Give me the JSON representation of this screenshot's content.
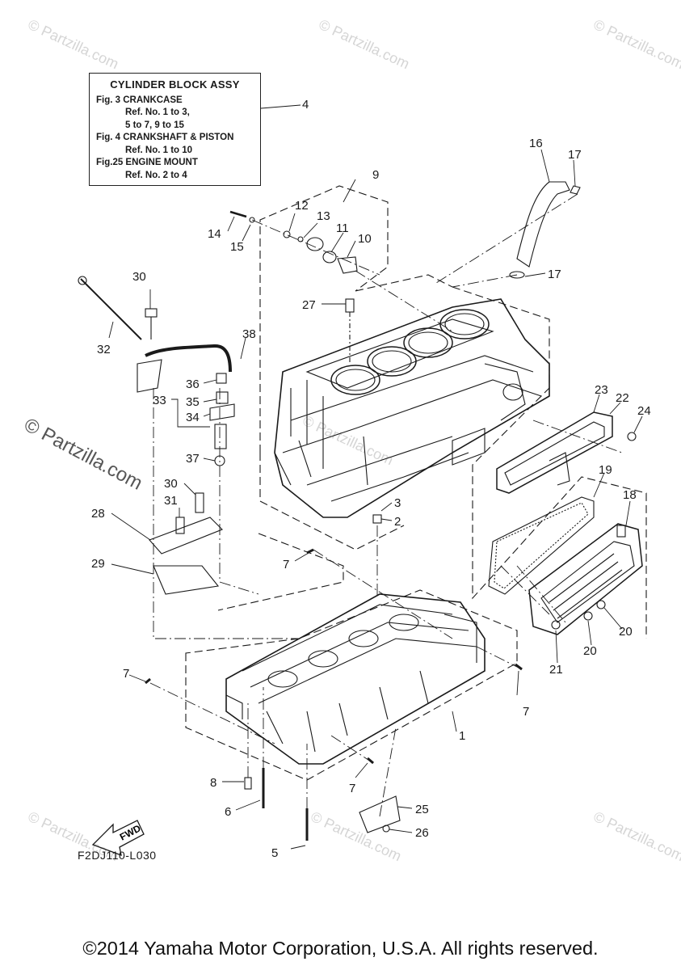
{
  "legend_box": {
    "title": "CYLINDER BLOCK ASSY",
    "lines": [
      "Fig.  3 CRANKCASE",
      "Ref. No. 1 to 3,",
      "5 to 7, 9 to 15",
      "Fig.  4 CRANKSHAFT & PISTON",
      "Ref. No. 1 to 10",
      "Fig.25 ENGINE MOUNT",
      "Ref. No. 2 to 4"
    ]
  },
  "part_numbers": {
    "p1": "1",
    "p2": "2",
    "p3": "3",
    "p4": "4",
    "p5": "5",
    "p6": "6",
    "p7a": "7",
    "p7b": "7",
    "p7c": "7",
    "p7d": "7",
    "p8": "8",
    "p9": "9",
    "p10": "10",
    "p11": "11",
    "p12": "12",
    "p13": "13",
    "p14": "14",
    "p15": "15",
    "p16": "16",
    "p17a": "17",
    "p17b": "17",
    "p18": "18",
    "p19": "19",
    "p20a": "20",
    "p20b": "20",
    "p21": "21",
    "p22": "22",
    "p23": "23",
    "p24": "24",
    "p25": "25",
    "p26": "26",
    "p27": "27",
    "p28": "28",
    "p29": "29",
    "p30a": "30",
    "p30b": "30",
    "p31": "31",
    "p32": "32",
    "p33": "33",
    "p34": "34",
    "p35": "35",
    "p36": "36",
    "p37": "37",
    "p38": "38"
  },
  "fwd_label": "FWD",
  "figure_code": "F2DJ110-L030",
  "watermark": "© Partzilla.com",
  "copyright": "©2014 Yamaha Motor Corporation, U.S.A. All rights reserved."
}
